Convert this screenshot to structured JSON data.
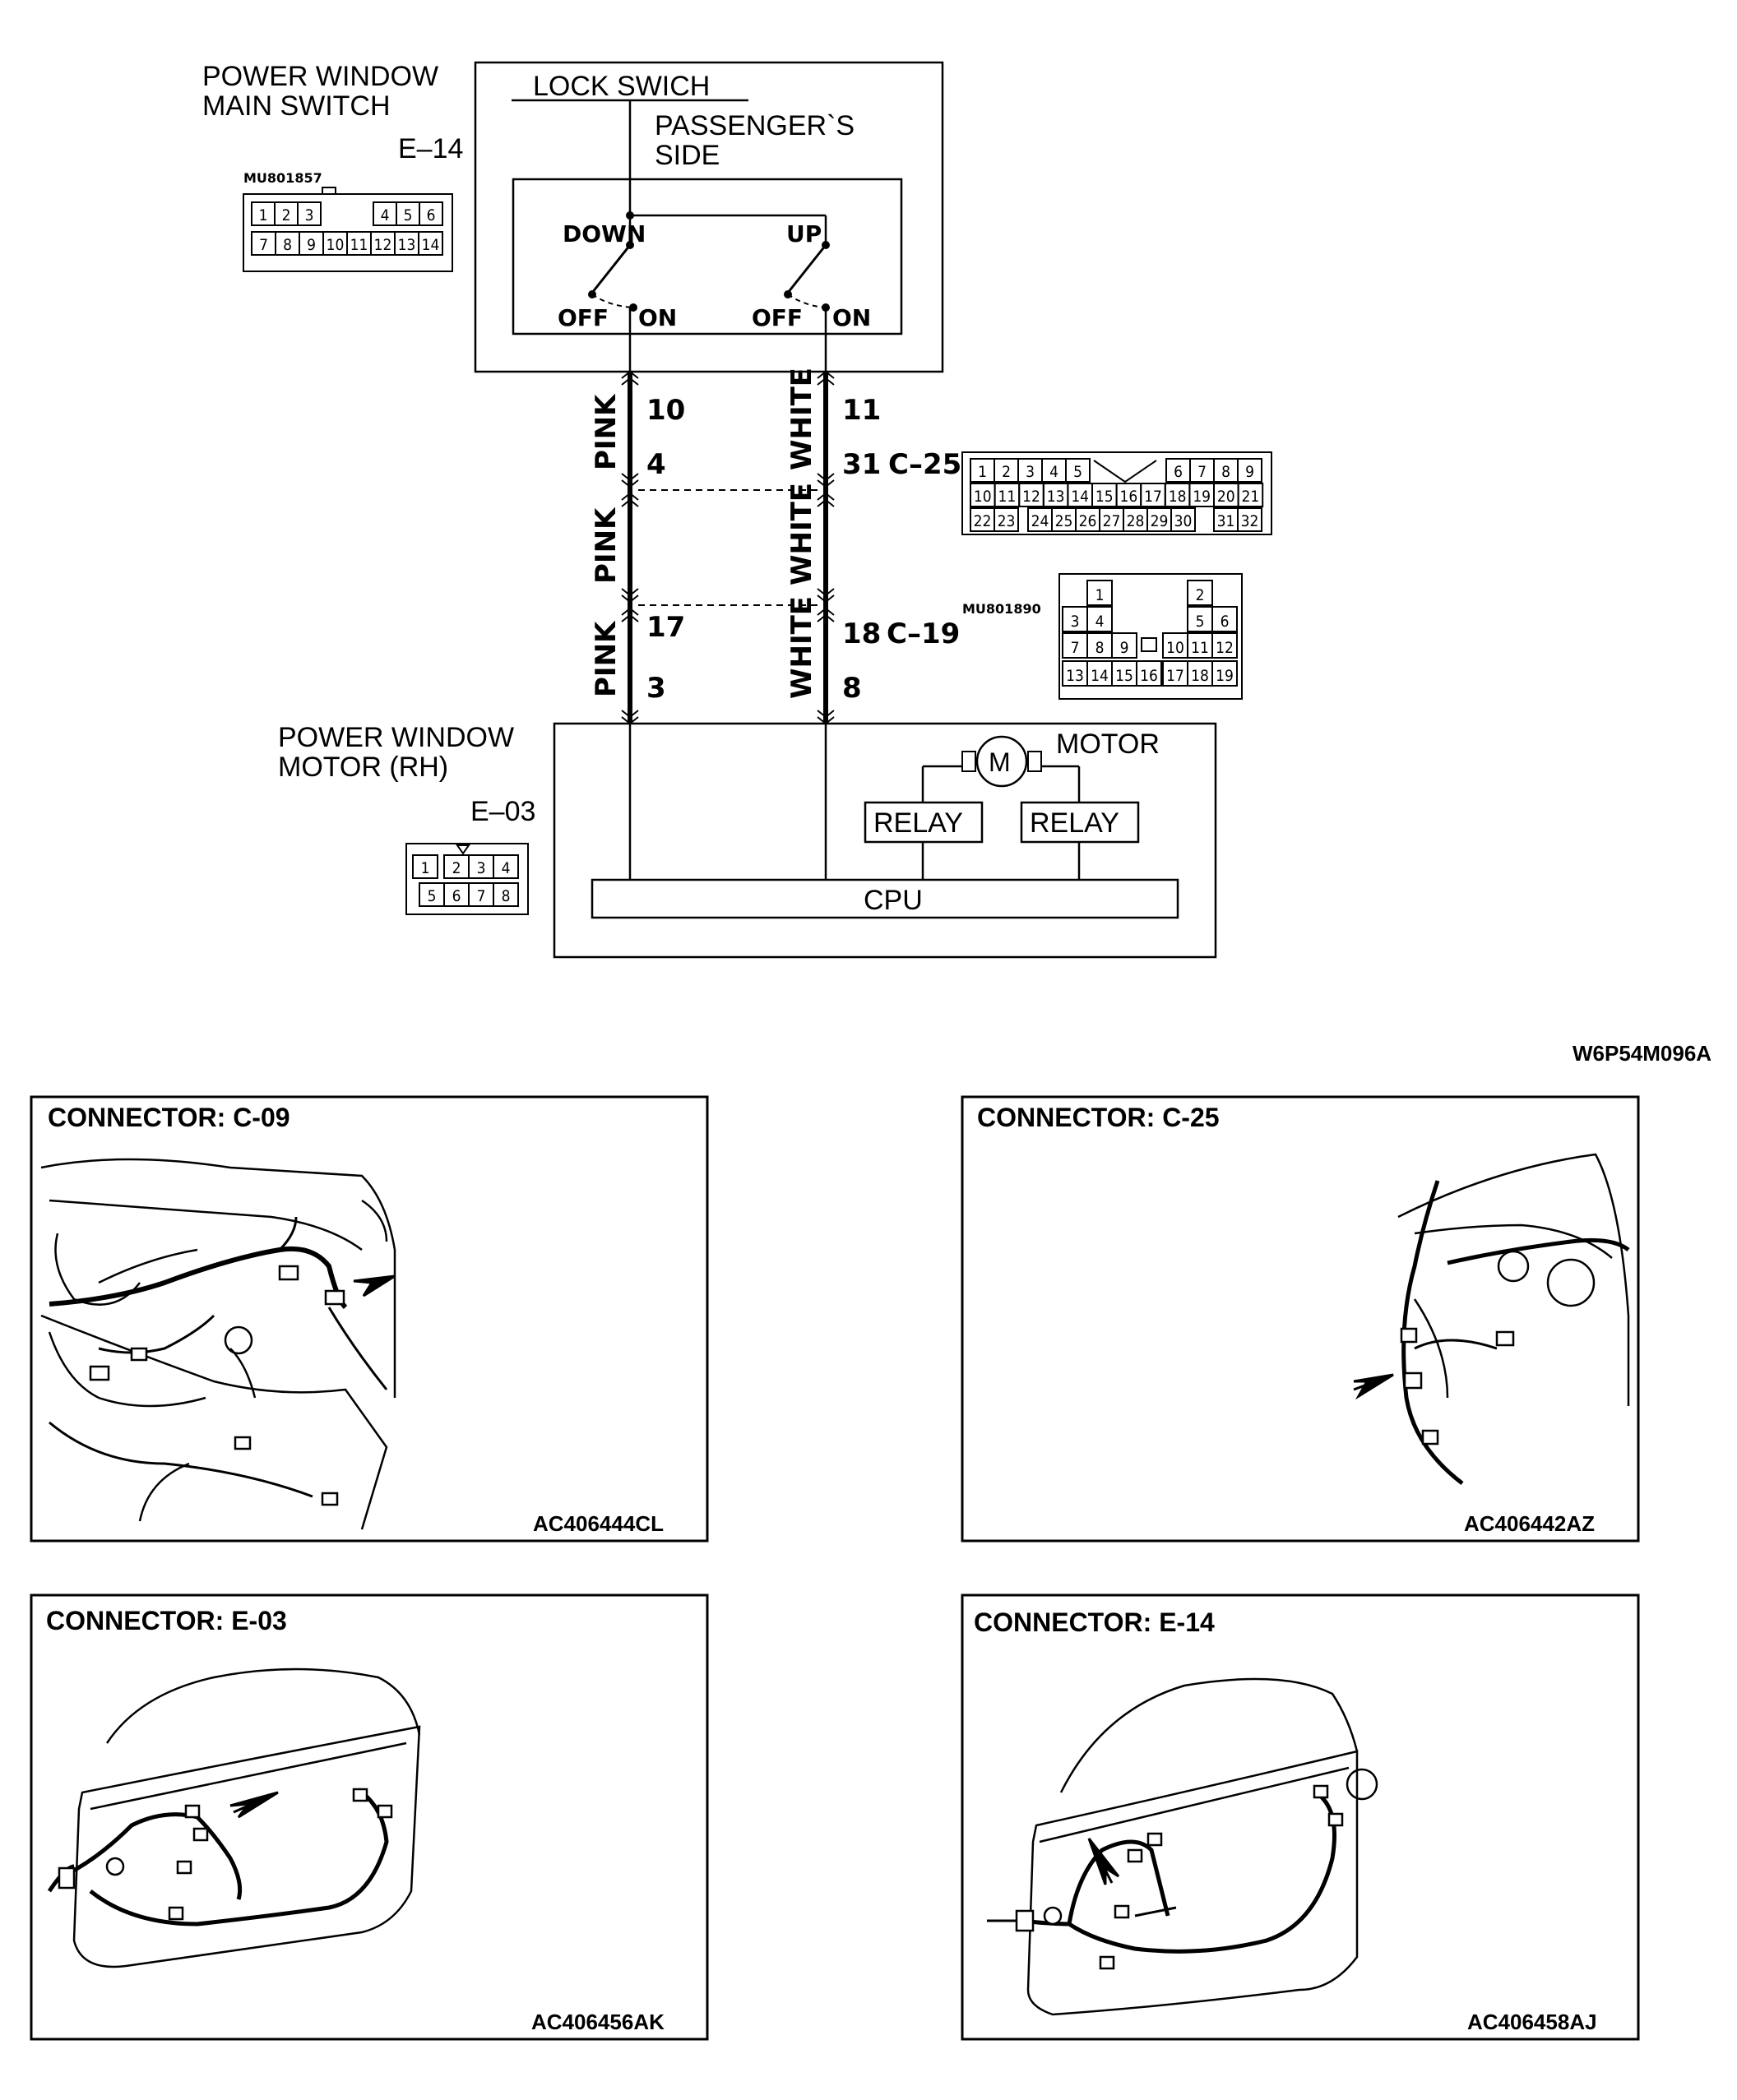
{
  "diagram": {
    "main_switch": {
      "title_line1": "POWER WINDOW",
      "title_line2": "MAIN SWITCH",
      "connector_id": "E–14",
      "part_number": "MU801857",
      "lock_switch": "LOCK SWICH",
      "side_line1": "PASSENGER`S",
      "side_line2": "SIDE",
      "down": "DOWN",
      "up": "UP",
      "off": "OFF",
      "on": "ON",
      "pins_row1": [
        "1",
        "2",
        "3",
        "",
        "4",
        "5",
        "6"
      ],
      "pins_row2": [
        "7",
        "8",
        "9",
        "10",
        "11",
        "12",
        "13",
        "14"
      ]
    },
    "wires": {
      "left_color": "PINK",
      "right_color": "WHITE",
      "pin_10": "10",
      "pin_11": "11",
      "pin_4": "4",
      "pin_31": "31",
      "pin_17": "17",
      "pin_18": "18",
      "pin_3": "3",
      "pin_8": "8"
    },
    "c25": {
      "id": "C–25",
      "row1": [
        "1",
        "2",
        "3",
        "4",
        "5",
        "6",
        "7",
        "8",
        "9"
      ],
      "row2": [
        "10",
        "11",
        "12",
        "13",
        "14",
        "15",
        "16",
        "17",
        "18",
        "19",
        "20",
        "21"
      ],
      "row3": [
        "22",
        "23",
        "24",
        "25",
        "26",
        "27",
        "28",
        "29",
        "30",
        "31",
        "32"
      ]
    },
    "c19": {
      "id": "C–19",
      "part_number": "MU801890",
      "pins": [
        "1",
        "2",
        "3",
        "4",
        "5",
        "6",
        "7",
        "8",
        "9",
        "10",
        "11",
        "12",
        "13",
        "14",
        "15",
        "16",
        "17",
        "18",
        "19"
      ]
    },
    "motor_unit": {
      "title_line1": "POWER WINDOW",
      "title_line2": "MOTOR (RH)",
      "connector_id": "E–03",
      "motor_label": "MOTOR",
      "motor_symbol": "M",
      "relay_left": "RELAY",
      "relay_right": "RELAY",
      "cpu": "CPU",
      "pins_row1": [
        "1",
        "2",
        "3",
        "4"
      ],
      "pins_row2": [
        "5",
        "6",
        "7",
        "8"
      ]
    },
    "figure_code": "W6P54M096A"
  },
  "panels": [
    {
      "title": "CONNECTOR: C-09",
      "code": "AC406444CL"
    },
    {
      "title": "CONNECTOR: C-25",
      "code": "AC406442AZ"
    },
    {
      "title": "CONNECTOR: E-03",
      "code": "AC406456AK"
    },
    {
      "title": "CONNECTOR: E-14",
      "code": "AC406458AJ"
    }
  ],
  "colors": {
    "ink": "#000000",
    "paper": "#ffffff"
  }
}
